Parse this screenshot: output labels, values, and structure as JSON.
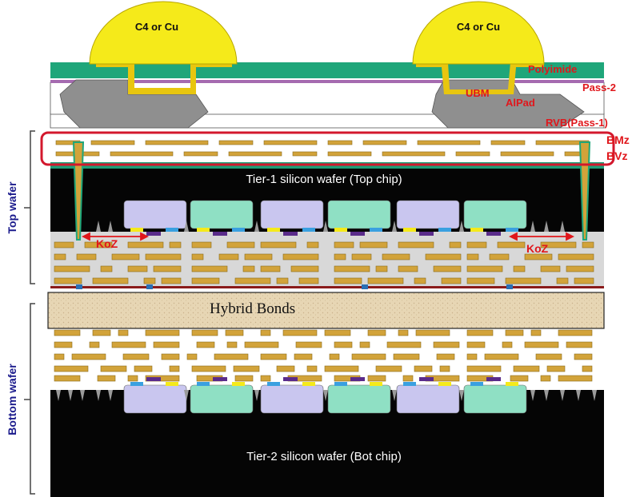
{
  "labels": {
    "c4_left": "C4 or Cu",
    "c4_right": "C4 or Cu",
    "polyimide": "Polyimide",
    "pass2": "Pass-2",
    "ubm": "UBM",
    "alpad": "AlPad",
    "rvb": "RVB(Pass-1)",
    "bmz": "BMz",
    "bvz": "BVz",
    "tier1": "Tier-1 silicon wafer (Top chip)",
    "koz_left": "KoZ",
    "koz_right": "KoZ",
    "hybrid": "Hybrid Bonds",
    "tier2": "Tier-2 silicon wafer (Bot chip)",
    "top_wafer": "Top wafer",
    "bottom_wafer": "Bottom wafer"
  },
  "colors": {
    "bump": "#f5ea1a",
    "polyimide": "#1fa67a",
    "pass2": "#a56bb0",
    "metal": "#d2a33a",
    "metal_dark": "#8a6a1a",
    "silicon": "#050505",
    "beol": "#d9d9d9",
    "hybrid": "#e8d7b8",
    "device_lilac": "#c9c6ef",
    "device_mint": "#8fe0c4",
    "label_red": "#e0161b",
    "label_blue": "#1a1a8c",
    "highlight_box": "#d3182d"
  }
}
